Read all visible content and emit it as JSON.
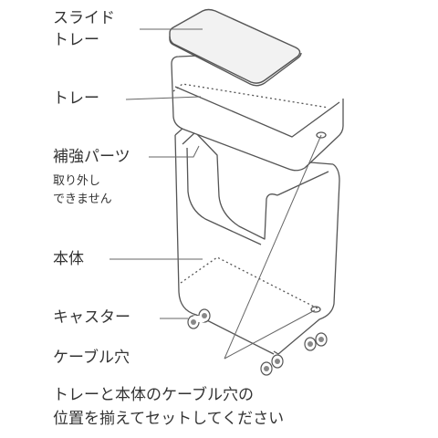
{
  "labels": {
    "slide_tray_line1": "スライド",
    "slide_tray_line2": "トレー",
    "tray": "トレー",
    "reinforcement": "補強パーツ",
    "not_removable_line1": "取り外し",
    "not_removable_line2": "できません",
    "body": "本体",
    "casters": "キャスター",
    "cable_hole": "ケーブル穴"
  },
  "note": {
    "line1": "トレーと本体のケーブル穴の",
    "line2": "位置を揃えてセットしてください"
  },
  "colors": {
    "outline": "#555555",
    "leader_line": "#666666",
    "text": "#333333",
    "slide_tray_fill": "#f2f2f2"
  }
}
